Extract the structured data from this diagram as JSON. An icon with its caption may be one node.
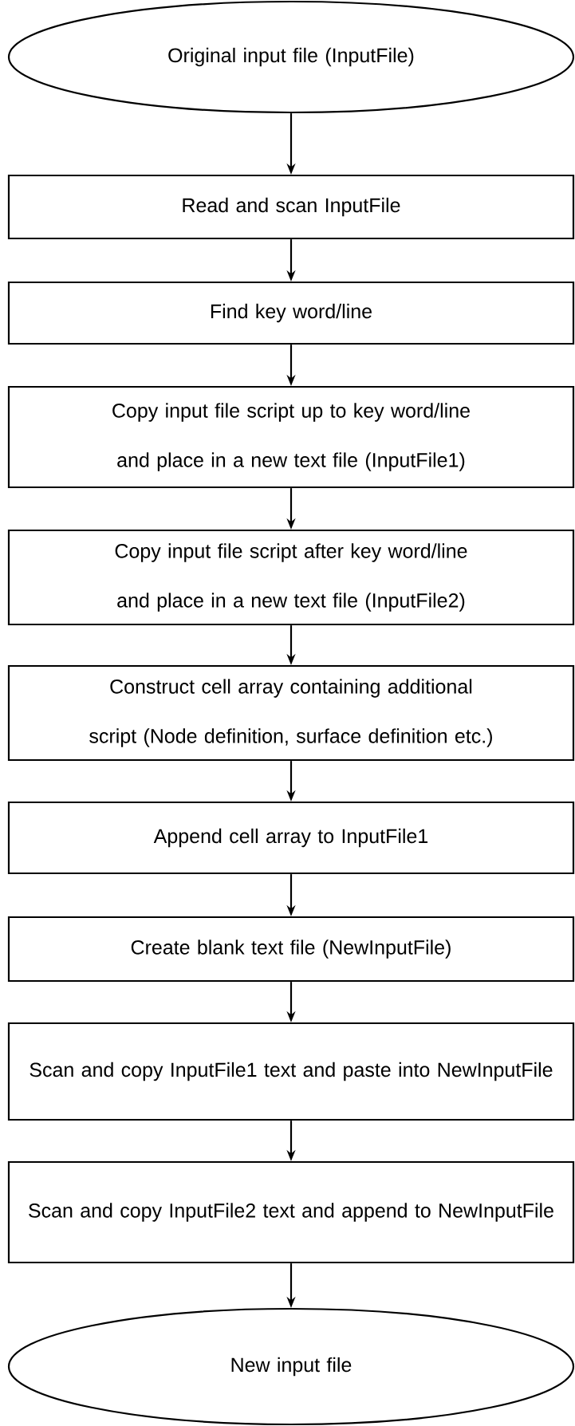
{
  "diagram": {
    "nodes": [
      {
        "text": [
          "Original input file (InputFile)"
        ]
      },
      {
        "text": [
          "Read and scan InputFile"
        ]
      },
      {
        "text": [
          "Find key word/line"
        ]
      },
      {
        "text": [
          "Copy input file script up to key word/line and place in a new text file (InputFile1)"
        ]
      },
      {
        "text": [
          "Copy input file script after key word/line and place in a new text file (InputFile2)"
        ]
      },
      {
        "text": [
          "Construct cell array containing additional script (Node definition, surface definition etc.)"
        ]
      },
      {
        "text": [
          "Append cell array to InputFile1"
        ]
      },
      {
        "text": [
          "Create blank text file (NewInputFile)"
        ]
      },
      {
        "text": [
          "Scan and copy InputFile1 text and paste into NewInputFile"
        ]
      },
      {
        "text": [
          "Scan and copy InputFile2 text and append to NewInputFile"
        ]
      },
      {
        "text": [
          "New input file"
        ]
      }
    ],
    "edges": [
      {
        "from": 0,
        "to": 1,
        "arrow": "to"
      },
      {
        "from": 1,
        "to": 2,
        "arrow": "to"
      },
      {
        "from": 2,
        "to": 3,
        "arrow": "to"
      },
      {
        "from": 3,
        "to": 4,
        "arrow": "to"
      },
      {
        "from": 4,
        "to": 5,
        "arrow": "to"
      },
      {
        "from": 5,
        "to": 6,
        "arrow": "to"
      },
      {
        "from": 6,
        "to": 7,
        "arrow": "to"
      },
      {
        "from": 7,
        "to": 8,
        "arrow": "to"
      },
      {
        "from": 8,
        "to": 9,
        "arrow": "to"
      },
      {
        "from": 9,
        "to": 10,
        "arrow": "to"
      }
    ]
  }
}
